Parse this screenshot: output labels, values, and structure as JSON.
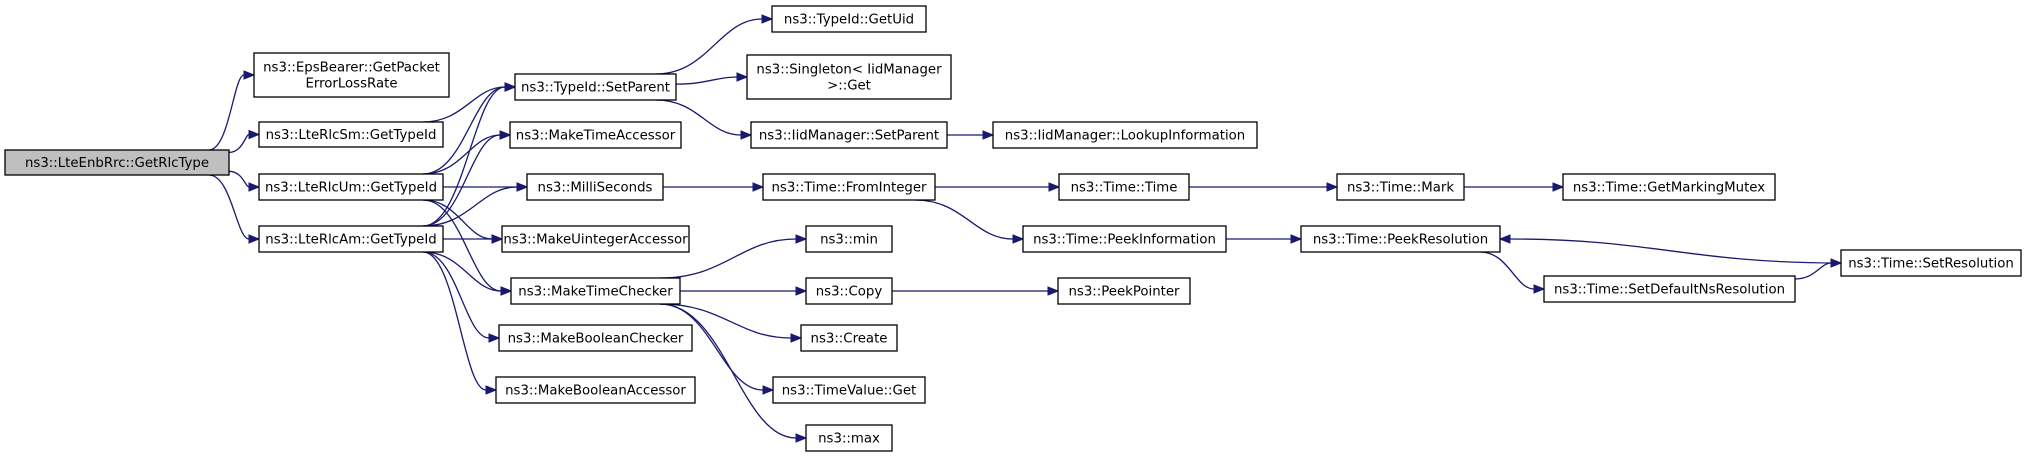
{
  "nodes": [
    {
      "id": "root",
      "lines": [
        "ns3::LteEnbRrc::GetRlcType"
      ],
      "root": true
    },
    {
      "id": "eps",
      "lines": [
        "ns3::EpsBearer::GetPacket",
        "ErrorLossRate"
      ]
    },
    {
      "id": "rlcsm",
      "lines": [
        "ns3::LteRlcSm::GetTypeId"
      ]
    },
    {
      "id": "rlcum",
      "lines": [
        "ns3::LteRlcUm::GetTypeId"
      ]
    },
    {
      "id": "rlcam",
      "lines": [
        "ns3::LteRlcAm::GetTypeId"
      ]
    },
    {
      "id": "setparent",
      "lines": [
        "ns3::TypeId::SetParent"
      ]
    },
    {
      "id": "mta",
      "lines": [
        "ns3::MakeTimeAccessor"
      ]
    },
    {
      "id": "ms",
      "lines": [
        "ns3::MilliSeconds"
      ]
    },
    {
      "id": "mua",
      "lines": [
        "ns3::MakeUintegerAccessor"
      ]
    },
    {
      "id": "mtc",
      "lines": [
        "ns3::MakeTimeChecker"
      ]
    },
    {
      "id": "mbc",
      "lines": [
        "ns3::MakeBooleanChecker"
      ]
    },
    {
      "id": "mba",
      "lines": [
        "ns3::MakeBooleanAccessor"
      ]
    },
    {
      "id": "getuid",
      "lines": [
        "ns3::TypeId::GetUid"
      ]
    },
    {
      "id": "singleton",
      "lines": [
        "ns3::Singleton< IidManager",
        ">::Get"
      ]
    },
    {
      "id": "iidsp",
      "lines": [
        "ns3::IidManager::SetParent"
      ]
    },
    {
      "id": "iidlookup",
      "lines": [
        "ns3::IidManager::LookupInformation"
      ]
    },
    {
      "id": "fromint",
      "lines": [
        "ns3::Time::FromInteger"
      ]
    },
    {
      "id": "min",
      "lines": [
        "ns3::min"
      ]
    },
    {
      "id": "copy",
      "lines": [
        "ns3::Copy"
      ]
    },
    {
      "id": "create",
      "lines": [
        "ns3::Create"
      ]
    },
    {
      "id": "tvget",
      "lines": [
        "ns3::TimeValue::Get"
      ]
    },
    {
      "id": "max",
      "lines": [
        "ns3::max"
      ]
    },
    {
      "id": "time",
      "lines": [
        "ns3::Time::Time"
      ]
    },
    {
      "id": "peekinfo",
      "lines": [
        "ns3::Time::PeekInformation"
      ]
    },
    {
      "id": "peekptr",
      "lines": [
        "ns3::PeekPointer"
      ]
    },
    {
      "id": "mark",
      "lines": [
        "ns3::Time::Mark"
      ]
    },
    {
      "id": "peekres",
      "lines": [
        "ns3::Time::PeekResolution"
      ]
    },
    {
      "id": "setdefres",
      "lines": [
        "ns3::Time::SetDefaultNsResolution"
      ]
    },
    {
      "id": "getmutex",
      "lines": [
        "ns3::Time::GetMarkingMutex"
      ]
    },
    {
      "id": "setres",
      "lines": [
        "ns3::Time::SetResolution"
      ]
    }
  ],
  "edges": [
    [
      "root",
      "eps"
    ],
    [
      "root",
      "rlcsm"
    ],
    [
      "root",
      "rlcum"
    ],
    [
      "root",
      "rlcam"
    ],
    [
      "rlcsm",
      "setparent"
    ],
    [
      "rlcum",
      "setparent"
    ],
    [
      "rlcum",
      "mta"
    ],
    [
      "rlcum",
      "ms"
    ],
    [
      "rlcum",
      "mua"
    ],
    [
      "rlcum",
      "mtc"
    ],
    [
      "rlcam",
      "setparent"
    ],
    [
      "rlcam",
      "mta"
    ],
    [
      "rlcam",
      "ms"
    ],
    [
      "rlcam",
      "mua"
    ],
    [
      "rlcam",
      "mtc"
    ],
    [
      "rlcam",
      "mbc"
    ],
    [
      "rlcam",
      "mba"
    ],
    [
      "setparent",
      "getuid"
    ],
    [
      "setparent",
      "singleton"
    ],
    [
      "setparent",
      "iidsp"
    ],
    [
      "iidsp",
      "iidlookup"
    ],
    [
      "ms",
      "fromint"
    ],
    [
      "mtc",
      "min"
    ],
    [
      "mtc",
      "copy"
    ],
    [
      "mtc",
      "create"
    ],
    [
      "mtc",
      "tvget"
    ],
    [
      "mtc",
      "max"
    ],
    [
      "fromint",
      "time"
    ],
    [
      "fromint",
      "peekinfo"
    ],
    [
      "copy",
      "peekptr"
    ],
    [
      "time",
      "mark"
    ],
    [
      "peekinfo",
      "peekres"
    ],
    [
      "mark",
      "getmutex"
    ],
    [
      "peekres",
      "setdefres"
    ],
    [
      "setdefres",
      "setres"
    ],
    [
      "setres",
      "peekres"
    ]
  ]
}
